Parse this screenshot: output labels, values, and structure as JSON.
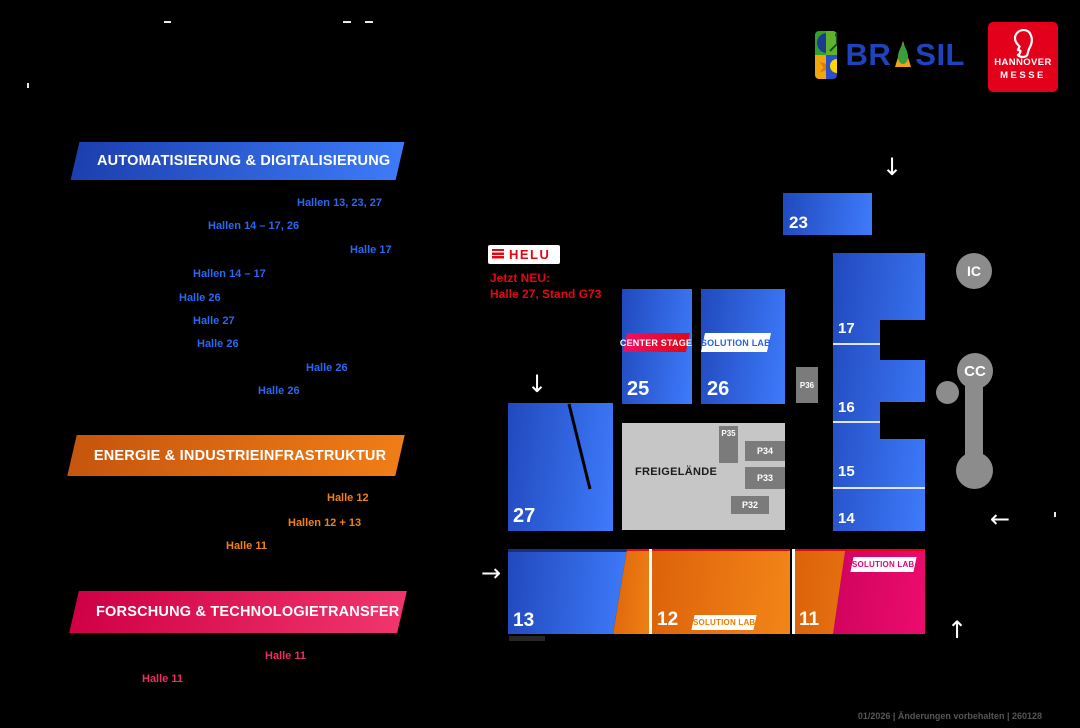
{
  "brand": {
    "brasil": {
      "left": "BR",
      "right": "SIL"
    },
    "hannover": {
      "line1": "HANNOVER",
      "line2": "MESSE"
    }
  },
  "legend": {
    "sections": [
      {
        "title": "AUTOMATISIERUNG & DIGITALISIERUNG",
        "color": "#2a67f2",
        "items": [
          "Hallen 13, 23, 27",
          "Hallen 14 – 17, 26",
          "Halle 17",
          "Hallen 14 – 17",
          "Halle 26",
          "Halle 27",
          "Halle 26",
          "Halle 26",
          "Halle 26"
        ]
      },
      {
        "title": "ENERGIE & INDUSTRIEINFRASTRUKTUR",
        "color": "#f08119",
        "items": [
          "Halle 12",
          "Hallen 12 + 13",
          "Halle 11"
        ]
      },
      {
        "title": "FORSCHUNG & TECHNOLOGIETRANSFER",
        "color": "#ed2e5e",
        "items": [
          "Halle 11",
          "Halle 11"
        ]
      }
    ]
  },
  "ad": {
    "brand": "HELU",
    "line1": "Jetzt NEU:",
    "line2": "Halle 27, Stand G73"
  },
  "map": {
    "halls": {
      "h11": "11",
      "h12": "12",
      "h13": "13",
      "h14": "14",
      "h15": "15",
      "h16": "16",
      "h17": "17",
      "h23": "23",
      "h25": "25",
      "h26": "26",
      "h27": "27"
    },
    "badges": {
      "center_stage": "CENTER STAGE",
      "solution_lab": "SOLUTION LAB"
    },
    "areas": {
      "freigelaende": "FREIGELÄNDE",
      "ic": "IC",
      "cc": "CC"
    },
    "parking": {
      "p32": "P32",
      "p33": "P33",
      "p34": "P34",
      "p35": "P35",
      "p36": "P36"
    }
  },
  "arrows": {
    "up": "↑",
    "down": "↓",
    "left": "←",
    "right": "→"
  },
  "footer": {
    "note": "01/2026 | Änderungen vorbehalten | 260128"
  },
  "colors": {
    "hall_blue_from": "#2149bd",
    "hall_blue_to": "#3e7bfb",
    "orange_from": "#d95c08",
    "orange_to": "#f28518",
    "pink_from": "#c50058",
    "pink_to": "#ec0c6e",
    "red": "#e30613",
    "hm_red": "#e2001a",
    "gray_area": "#c6c6c6",
    "gray_box": "#7b7b7b",
    "gray_circle": "#8c8c8c"
  }
}
